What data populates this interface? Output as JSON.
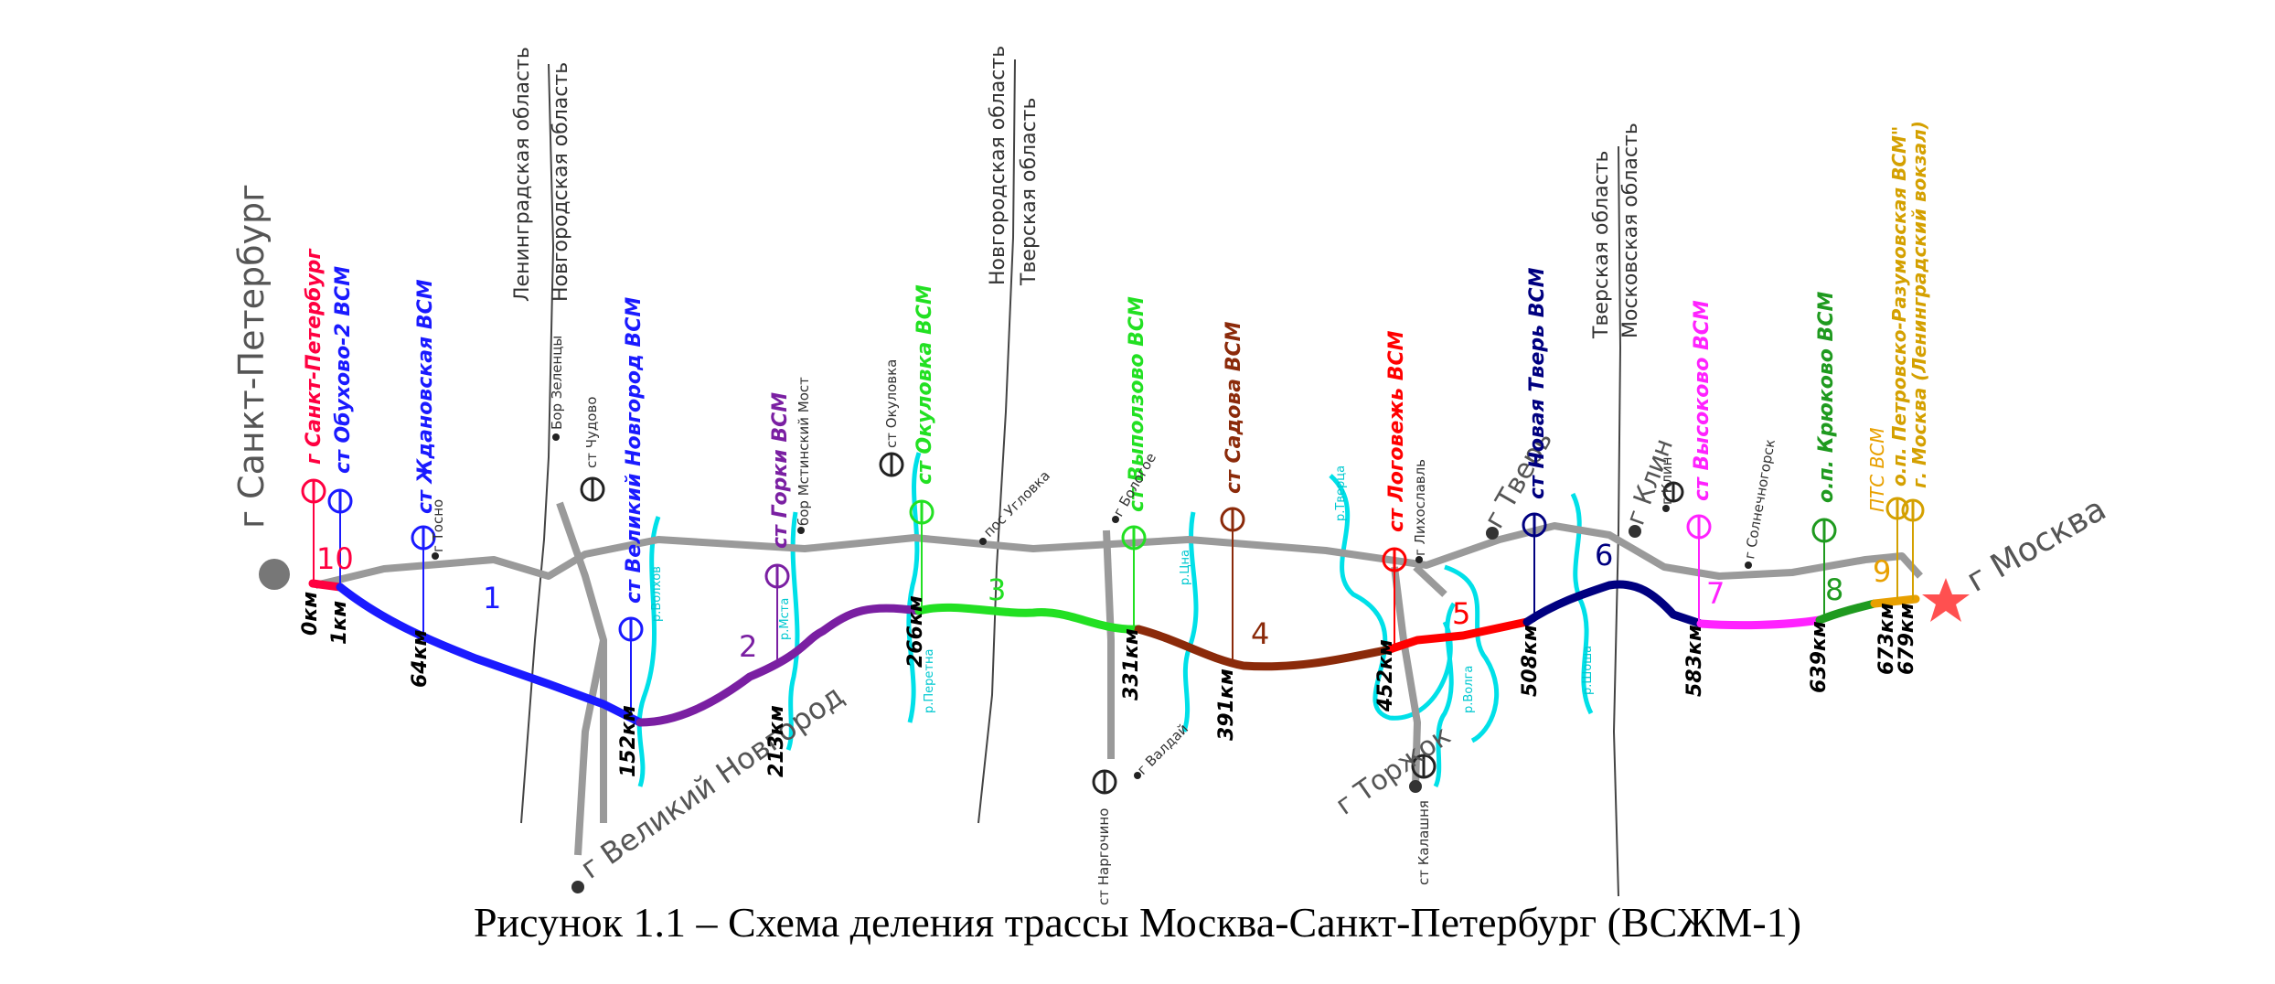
{
  "cities": [
    {
      "id": "spb",
      "name": "г Санкт-Петербург"
    },
    {
      "id": "moscow",
      "name": "г Москва"
    },
    {
      "id": "novgorod",
      "name": "г Великий Новгород"
    },
    {
      "id": "torzhok",
      "name": "г Торжок"
    },
    {
      "id": "tver",
      "name": "г Тверь"
    },
    {
      "id": "klin",
      "name": "г Клин"
    }
  ],
  "borders": [
    {
      "id": "b1",
      "left": "Ленинградская область",
      "right": "Новгородская область"
    },
    {
      "id": "b2",
      "left": "Новгородская область",
      "right": "Тверская область"
    },
    {
      "id": "b3",
      "left": "Тверская область",
      "right": "Московская область"
    }
  ],
  "stations": [
    {
      "id": "s1",
      "name": "г Санкт-Петербург",
      "color": "#ff0040"
    },
    {
      "id": "s2",
      "name": "ст Обухово-2 ВСМ",
      "color": "#1a1aff"
    },
    {
      "id": "s3",
      "name": "ст Ждановская ВСМ",
      "color": "#1a1aff"
    },
    {
      "id": "s4",
      "name": "ст Великий Новгород ВСМ",
      "color": "#1a1aff"
    },
    {
      "id": "s5",
      "name": "ст Горки ВСМ",
      "color": "#7a1fa2"
    },
    {
      "id": "s6",
      "name": "ст Окуловка ВСМ",
      "color": "#22e022"
    },
    {
      "id": "s7",
      "name": "ст Выползово ВСМ",
      "color": "#22e022"
    },
    {
      "id": "s8",
      "name": "ст Садова ВСМ",
      "color": "#8b2a0a"
    },
    {
      "id": "s9",
      "name": "ст Логовежь ВСМ",
      "color": "#ff0000"
    },
    {
      "id": "s10",
      "name": "ст Новая Тверь ВСМ",
      "color": "#000080"
    },
    {
      "id": "s11",
      "name": "ст Высоково ВСМ",
      "color": "#ff22ff"
    },
    {
      "id": "s12",
      "name": "о.п. Крюково ВСМ",
      "color": "#1f9a1f"
    },
    {
      "id": "s13",
      "name": "ПТС ВСМ",
      "color": "#e8a000"
    },
    {
      "id": "s14",
      "name": "о.п. Петровско-Разумовская ВСМ\"",
      "color": "#d4a000"
    },
    {
      "id": "s15",
      "name": "г. Москва (Ленинградский вокзал)",
      "color": "#d4a000"
    }
  ],
  "km_marks": [
    "0км",
    "1км",
    "64км",
    "152км",
    "213км",
    "266км",
    "331км",
    "391км",
    "452км",
    "508км",
    "583км",
    "639км",
    "673км",
    "679км"
  ],
  "sections": [
    {
      "n": "1",
      "color": "#1a1aff"
    },
    {
      "n": "2",
      "color": "#7a1fa2"
    },
    {
      "n": "3",
      "color": "#22e022"
    },
    {
      "n": "4",
      "color": "#8b2a0a"
    },
    {
      "n": "5",
      "color": "#ff0000"
    },
    {
      "n": "6",
      "color": "#000080"
    },
    {
      "n": "7",
      "color": "#ff22ff"
    },
    {
      "n": "8",
      "color": "#1f9a1f"
    },
    {
      "n": "9",
      "color": "#e8a000"
    },
    {
      "n": "10",
      "color": "#ff0040"
    }
  ],
  "small_places": [
    {
      "id": "p1",
      "name": "г Тосно"
    },
    {
      "id": "p2",
      "name": "ст Чудово"
    },
    {
      "id": "p3",
      "name": "Бор Зеленцы"
    },
    {
      "id": "p4",
      "name": "бор Мстинский Мост"
    },
    {
      "id": "p5",
      "name": "ст Окуловка"
    },
    {
      "id": "p6",
      "name": "пос Угловка"
    },
    {
      "id": "p7",
      "name": "г Бологое"
    },
    {
      "id": "p8",
      "name": "г Валдай"
    },
    {
      "id": "p9",
      "name": "ст Наргочино"
    },
    {
      "id": "p10",
      "name": "г Лихославль"
    },
    {
      "id": "p11",
      "name": "ст Калашня"
    },
    {
      "id": "p12",
      "name": "г Клин"
    },
    {
      "id": "p13",
      "name": "г Солнечногорск"
    }
  ],
  "rivers": [
    {
      "id": "r1",
      "name": "р.Волхов"
    },
    {
      "id": "r2",
      "name": "р.Мста"
    },
    {
      "id": "r3",
      "name": "р.Перетна"
    },
    {
      "id": "r4",
      "name": "р.Цна"
    },
    {
      "id": "r5",
      "name": "р.Тверца"
    },
    {
      "id": "r6",
      "name": "р.Волга"
    },
    {
      "id": "r7",
      "name": "р.Шоша"
    }
  ],
  "caption": "Рисунок 1.1 – Схема деления трассы Москва-Санкт-Петербург (ВСЖМ-1)"
}
